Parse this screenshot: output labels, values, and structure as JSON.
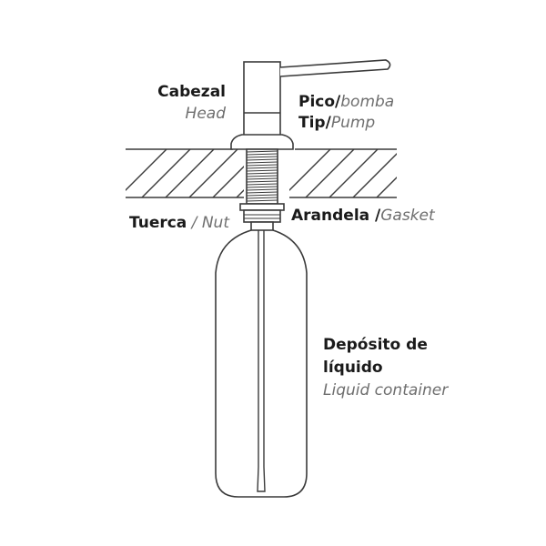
{
  "labels": {
    "head": {
      "es": "Cabezal",
      "en": "Head"
    },
    "tip": {
      "es1": "Pico/",
      "en1": "bomba",
      "es2": "Tip/",
      "en2": "Pump"
    },
    "nut": {
      "es": "Tuerca",
      "sep": " / ",
      "en": "Nut"
    },
    "gasket": {
      "es": "Arandela /",
      "en": "Gasket"
    },
    "container": {
      "es1": "Depósito de",
      "es2": "líquido",
      "en": "Liquid container"
    }
  },
  "colors": {
    "stroke": "#3a3a3a",
    "bold_text": "#1a1a1a",
    "italic_text": "#6f6f6f"
  }
}
